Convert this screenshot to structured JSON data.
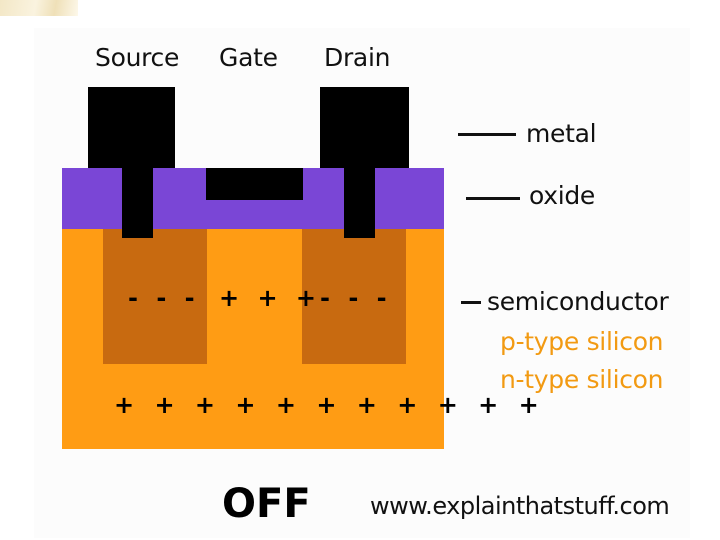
{
  "terminals": {
    "source": "Source",
    "gate": "Gate",
    "drain": "Drain"
  },
  "charges": {
    "source_region": "- - -",
    "channel": "+ + +",
    "drain_region": "- - -",
    "substrate": "+ + + + + + + + + + +"
  },
  "legend": {
    "metal": "metal",
    "oxide": "oxide",
    "semiconductor": "semiconductor",
    "p_type": "p-type silicon",
    "n_type": "n-type silicon"
  },
  "state": "OFF",
  "website": "www.explainthatstuff.com",
  "colors": {
    "metal": "#000000",
    "oxide": "#7a46d6",
    "p_type_silicon": "#ff9c14",
    "n_type_silicon": "#c86a10",
    "legend_silicon_text": "#f29a12"
  }
}
